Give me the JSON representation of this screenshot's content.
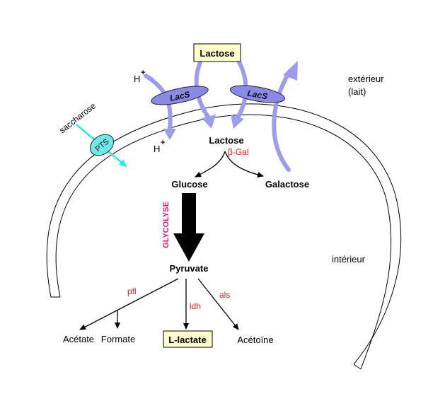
{
  "labels": {
    "lactose_top": "Lactose",
    "h_plus_1_base": "H",
    "h_plus_1_sup": "+",
    "h_plus_2_base": "H",
    "h_plus_2_sup": "+",
    "lacs_1": "LacS",
    "lacs_2": "LacS",
    "pts": "PTS",
    "saccharose": "saccharose",
    "exterieur_line1": "extérieur",
    "exterieur_line2": "(lait)",
    "interieur": "intérieur",
    "lactose_inside": "Lactose",
    "beta_gal": "β-Gal",
    "glucose": "Glucose",
    "galactose": "Galactose",
    "glycolyse": "GLYCOLYSE",
    "pyruvate": "Pyruvate",
    "pfl": "pfl",
    "ldh": "ldh",
    "als": "als",
    "acetate": "Acétate",
    "formate": "Formate",
    "l_lactate": "L-lactate",
    "acetoine": "Acétoïne"
  },
  "colors": {
    "transport_arrow": "#9b9bf0",
    "lacs_fill": "#8a8ae6",
    "pts_fill": "#6ee8e8",
    "pts_arrow": "#2ee6e6",
    "enzyme_text": "#e8231b",
    "glycolyse_text": "#e0137a",
    "box_fill": "#ffffcc"
  }
}
